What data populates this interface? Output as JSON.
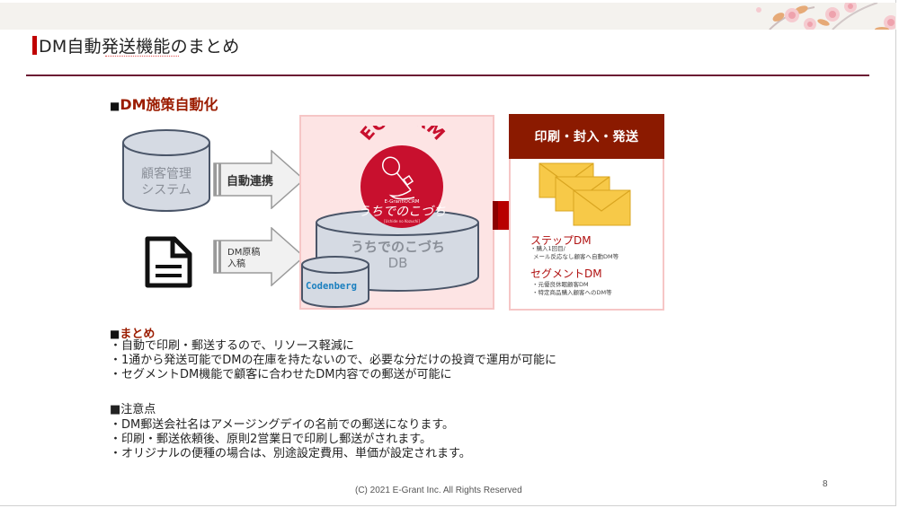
{
  "slide": {
    "title": "DM自動発送機能のまとめ",
    "accent_color": "#c00000",
    "rule_color": "#6b1a33"
  },
  "diagram": {
    "heading": "DM施策自動化",
    "heading_bullet": "■",
    "customer_db": {
      "line1": "顧客管理",
      "line2": "システム"
    },
    "arrow_auto": "自動連携",
    "arrow_manuscript": {
      "line1": "DM原稿",
      "line2": "入稿"
    },
    "logo": {
      "arc_text": "EC×CRM",
      "small_text": "E-GrantのCRM",
      "brand": "うちでのこづち",
      "romaji": "[Uchide no Kozuchi]"
    },
    "main_db": {
      "line1": "うちでのこづち",
      "line2": "DB"
    },
    "codenberg_db": "Codenberg",
    "output": {
      "header": "印刷・封入・発送",
      "step_dm": {
        "title": "ステップDM",
        "lines": [
          "・購入1回目/",
          "メール反応なし顧客へ自動DM等"
        ]
      },
      "segment_dm": {
        "title": "セグメントDM",
        "lines": [
          "・元優良休眠顧客DM",
          "・特定商品購入顧客へのDM等"
        ]
      }
    }
  },
  "summary": {
    "bullet": "■",
    "heading": "まとめ",
    "items": [
      "・自動で印刷・郵送するので、リソース軽減に",
      "・1通から発送可能でDMの在庫を持たないので、必要な分だけの投資で運用が可能に",
      "・セグメントDM機能で顧客に合わせたDM内容での郵送が可能に"
    ]
  },
  "notes": {
    "heading": "■注意点",
    "items": [
      "・DM郵送会社名はアメージングデイの名前での郵送になります。",
      "・印刷・郵送依頼後、原則2営業日で印刷し郵送がされます。",
      "・オリジナルの便種の場合は、別途設定費用、単価が設定されます。"
    ]
  },
  "footer": {
    "copyright": "(C) 2021 E-Grant Inc. All Rights Reserved",
    "page_number": "8"
  }
}
